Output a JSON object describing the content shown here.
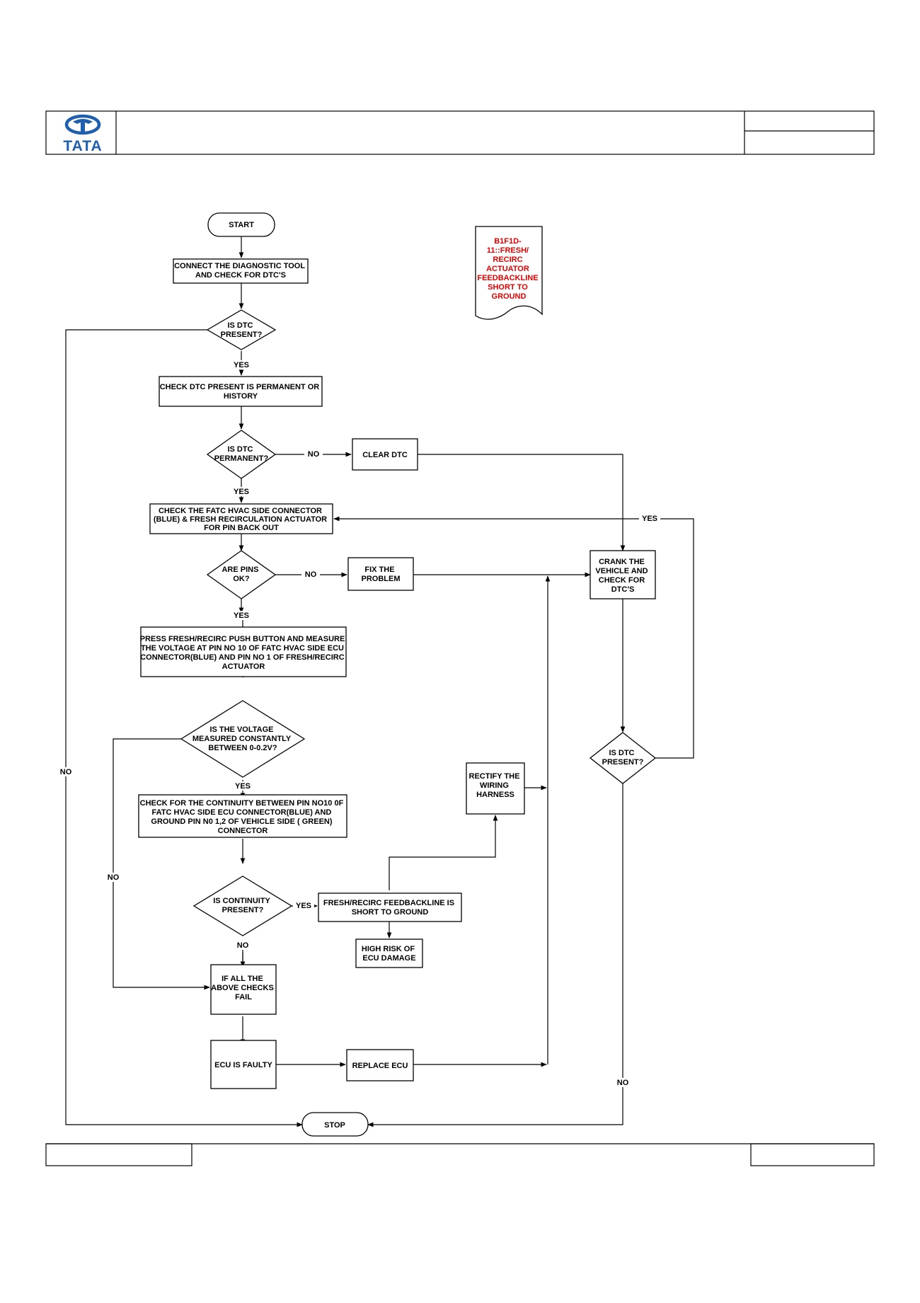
{
  "brand": {
    "logo_text": "TATA",
    "logo_color": "#1f5fae"
  },
  "dtc_note": [
    "B1F1D-",
    "11::FRESH/",
    "RECIRC",
    "ACTUATOR",
    "FEEDBACKLINE",
    "SHORT TO",
    "GROUND"
  ],
  "dtc_note_color": "#e00000",
  "flow": {
    "start": "START",
    "connect_tool": [
      "CONNECT THE DIAGNOSTIC TOOL",
      "AND CHECK FOR  DTC'S"
    ],
    "is_dtc_present_1": [
      "IS  DTC",
      "PRESENT?"
    ],
    "check_permanent": [
      "CHECK DTC  PRESENT IS PERMANENT OR",
      "HISTORY"
    ],
    "is_dtc_permanent": [
      "IS  DTC",
      "PERMANENT?"
    ],
    "clear_dtc": "CLEAR DTC",
    "check_connector": [
      "CHECK THE FATC HVAC SIDE CONNECTOR",
      "(BLUE) & FRESH RECIRCULATION ACTUATOR",
      "FOR PIN BACK OUT"
    ],
    "are_pins_ok": [
      "ARE PINS",
      "OK?"
    ],
    "fix_problem": [
      "FIX THE",
      "PROBLEM"
    ],
    "crank_vehicle": [
      "CRANK THE",
      "VEHICLE AND",
      "CHECK FOR",
      "DTC'S"
    ],
    "measure_voltage": [
      "PRESS FRESH/RECIRC PUSH BUTTON AND MEASURE",
      "THE VOLTAGE AT PIN NO 10 OF FATC HVAC SIDE ECU",
      "CONNECTOR(BLUE) AND PIN NO 1 OF FRESH/RECIRC",
      "ACTUATOR"
    ],
    "is_voltage": [
      "IS  THE VOLTAGE",
      "MEASURED CONSTANTLY",
      "BETWEEN 0-0.2V?"
    ],
    "is_dtc_present_2": [
      "IS  DTC",
      "PRESENT?"
    ],
    "rectify_wiring": [
      "RECTIFY THE",
      "WIRING",
      "HARNESS"
    ],
    "check_continuity": [
      "CHECK FOR THE CONTINUITY BETWEEN PIN NO10 0F",
      "FATC HVAC SIDE ECU CONNECTOR(BLUE) AND",
      "GROUND  PIN N0 1,2 OF VEHICLE SIDE ( GREEN)",
      "CONNECTOR"
    ],
    "is_continuity": [
      "IS CONTINUITY",
      "PRESENT?"
    ],
    "short_to_ground": [
      "FRESH/RECIRC FEEDBACKLINE IS",
      "SHORT TO GROUND"
    ],
    "high_risk": [
      "HIGH RISK OF",
      "ECU DAMAGE"
    ],
    "all_checks_fail": [
      "IF ALL THE",
      "ABOVE CHECKS",
      "FAIL"
    ],
    "ecu_faulty": "ECU IS FAULTY",
    "replace_ecu": "REPLACE ECU",
    "stop": "STOP"
  },
  "edge_labels": {
    "yes": "YES",
    "no": "NO"
  }
}
